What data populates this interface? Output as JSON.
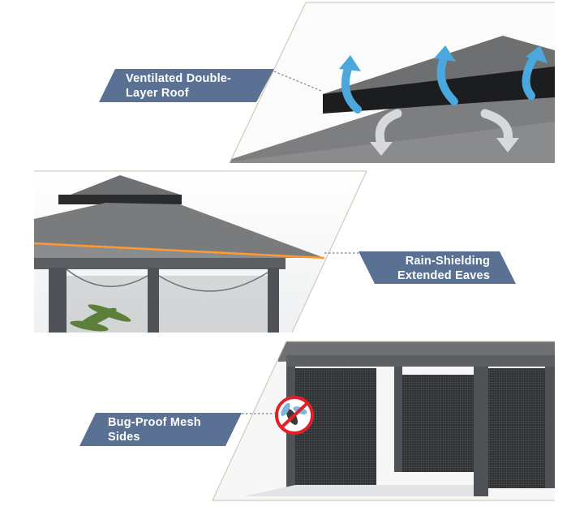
{
  "colors": {
    "label_fill": "#5a7194",
    "roof_grey": "#7f7f80",
    "frame_grey": "#5b5f63",
    "arrow_blue": "#4aa8dd",
    "arrow_grey": "#d7d9db",
    "eave_trim": "#ff9a2e",
    "no_bug_red": "#e0212a"
  },
  "features": [
    {
      "name": "roof",
      "lines": [
        "Ventilated Double-",
        "Layer Roof"
      ]
    },
    {
      "name": "eaves",
      "lines": [
        "Rain-Shielding",
        "Extended Eaves"
      ]
    },
    {
      "name": "mesh",
      "lines": [
        "Bug-Proof Mesh",
        "Sides"
      ]
    }
  ],
  "icons": [
    "vent-arrow-icon",
    "no-mosquito-icon"
  ]
}
